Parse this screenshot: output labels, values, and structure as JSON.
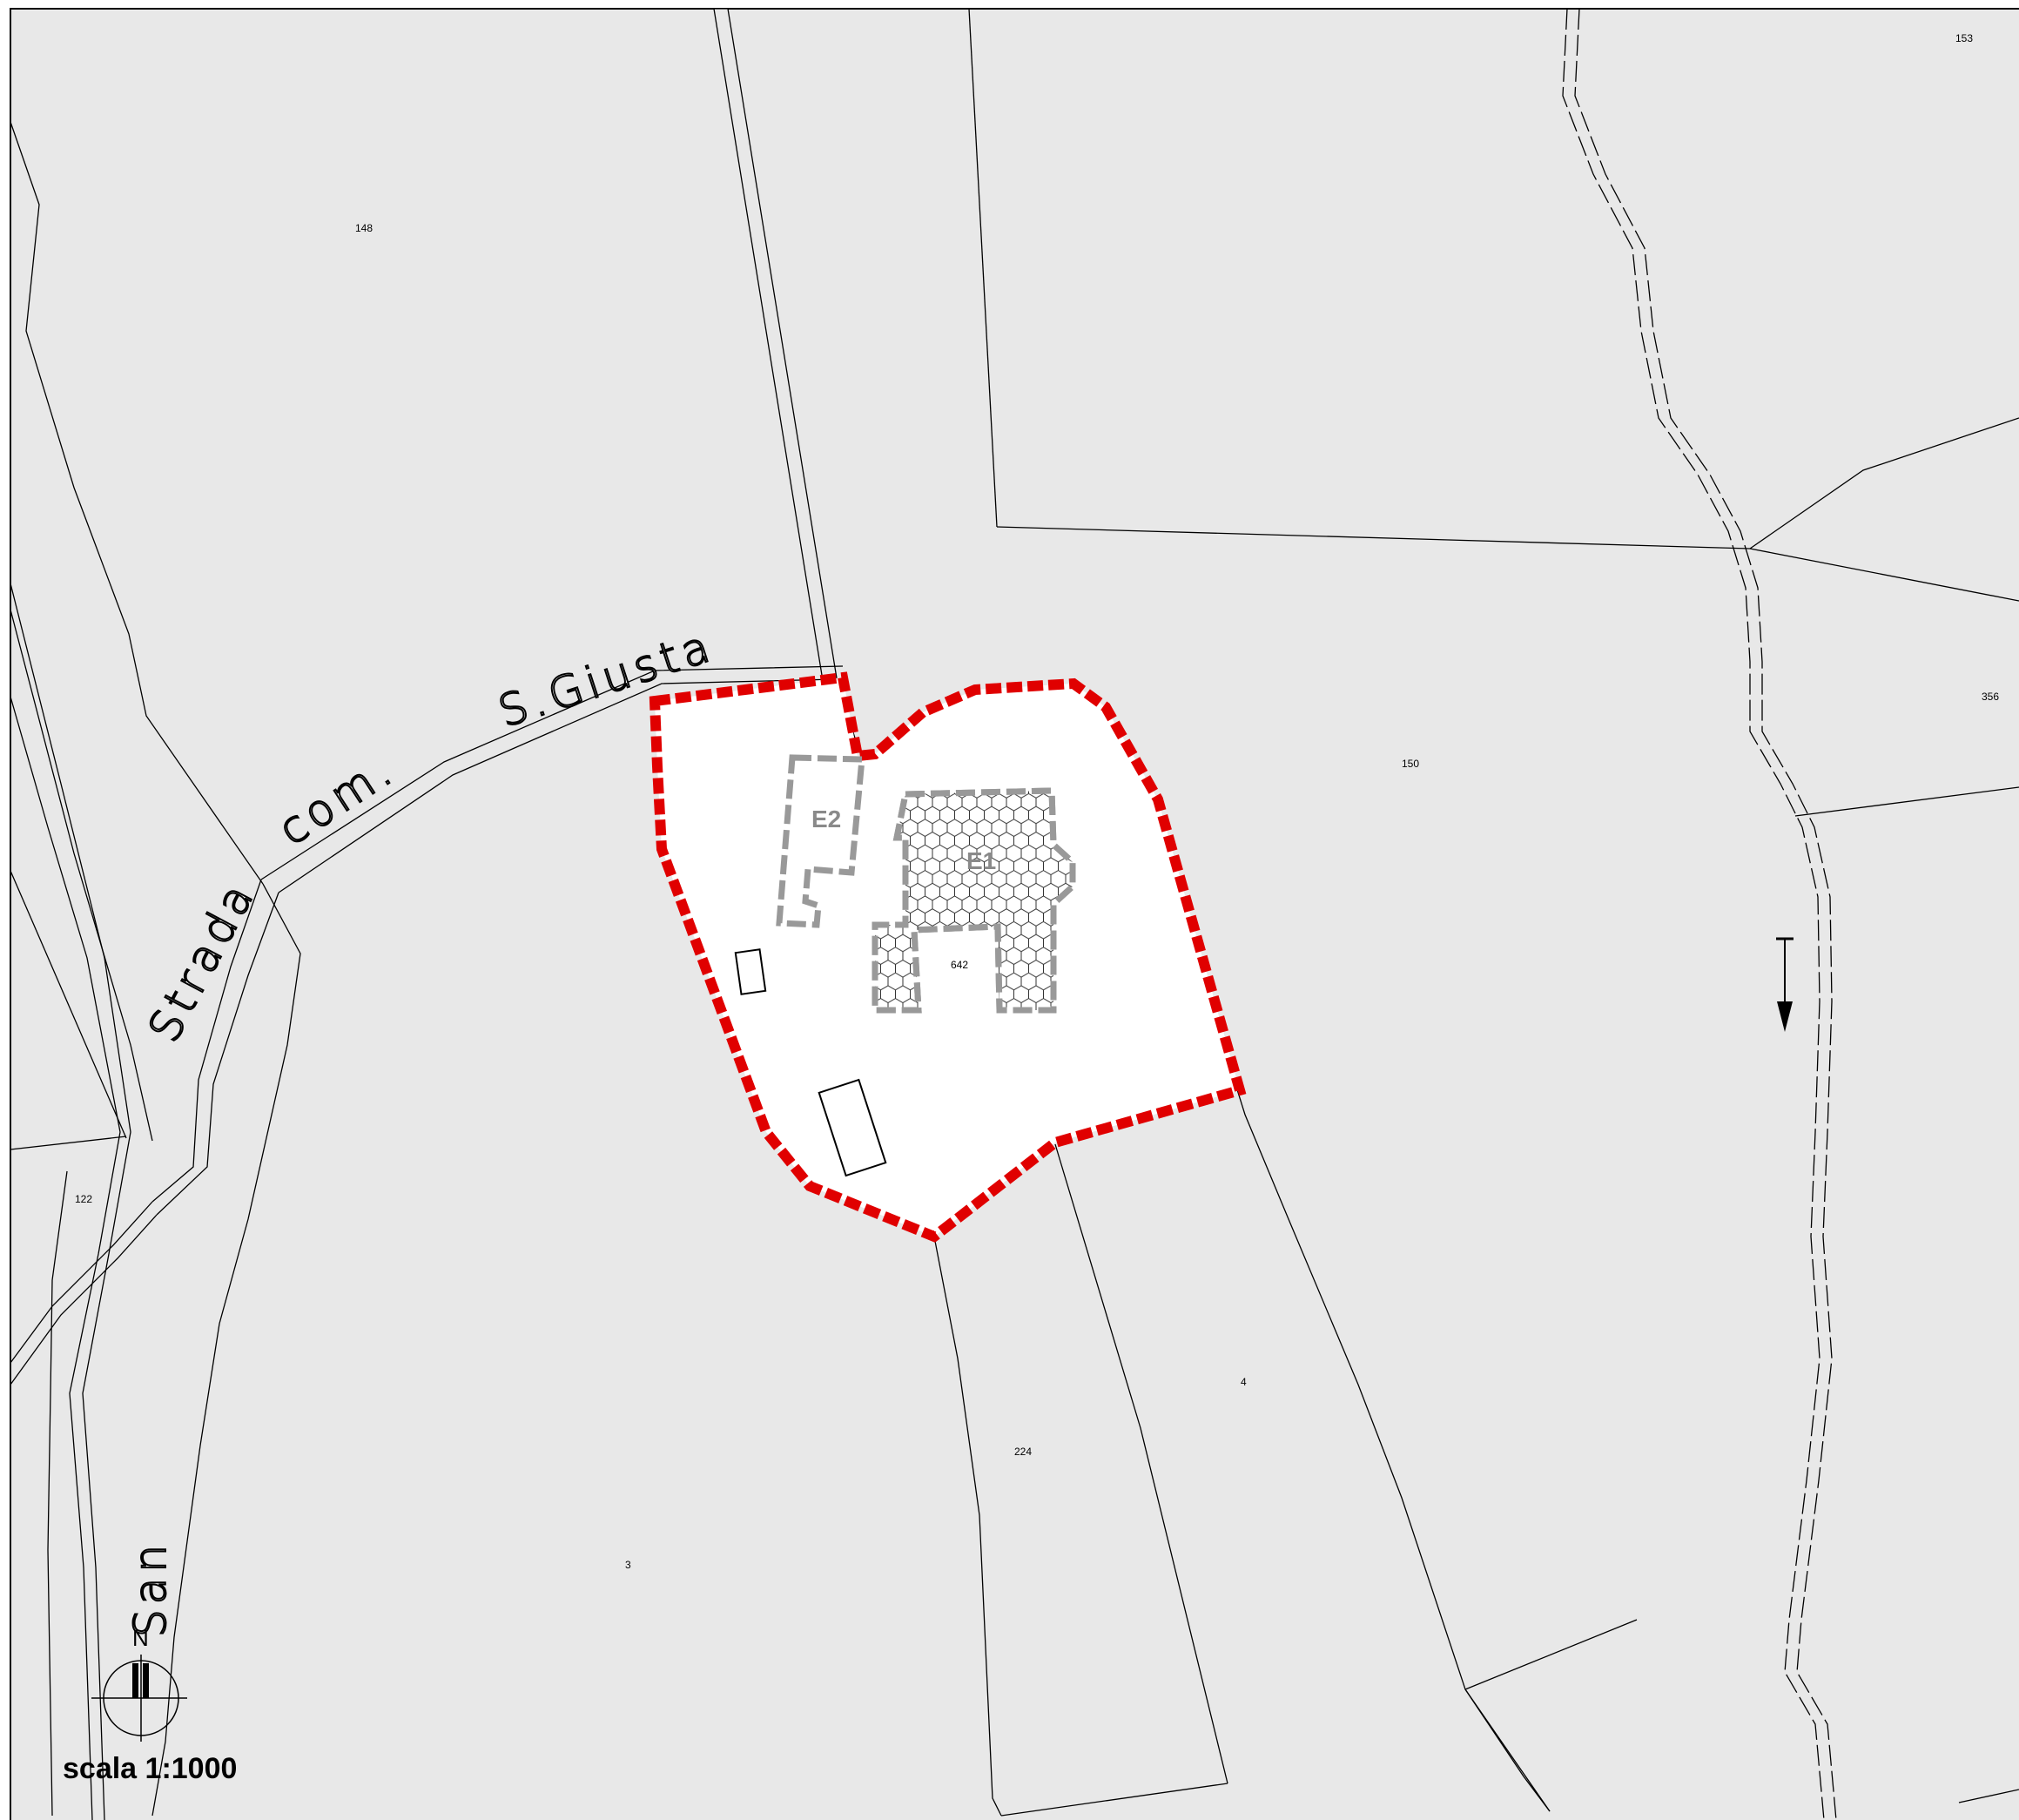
{
  "map": {
    "road_labels": {
      "strada": "Strada",
      "com": "com.",
      "sgiusta": "S.Giusta",
      "san": "San"
    },
    "parcels": {
      "p148": "148",
      "p153": "153",
      "p150": "150",
      "p356": "356",
      "p122": "122",
      "p642": "642",
      "p4": "4",
      "p224": "224",
      "p3": "3"
    },
    "buildings": {
      "e2": "E2",
      "e1": "E1"
    },
    "north_label": "N",
    "scale_label": "scala 1:1000"
  },
  "colors": {
    "land": "#e8e8e8",
    "highlight_boundary": "#e00000",
    "building_outline": "#999999",
    "line": "#000000"
  }
}
